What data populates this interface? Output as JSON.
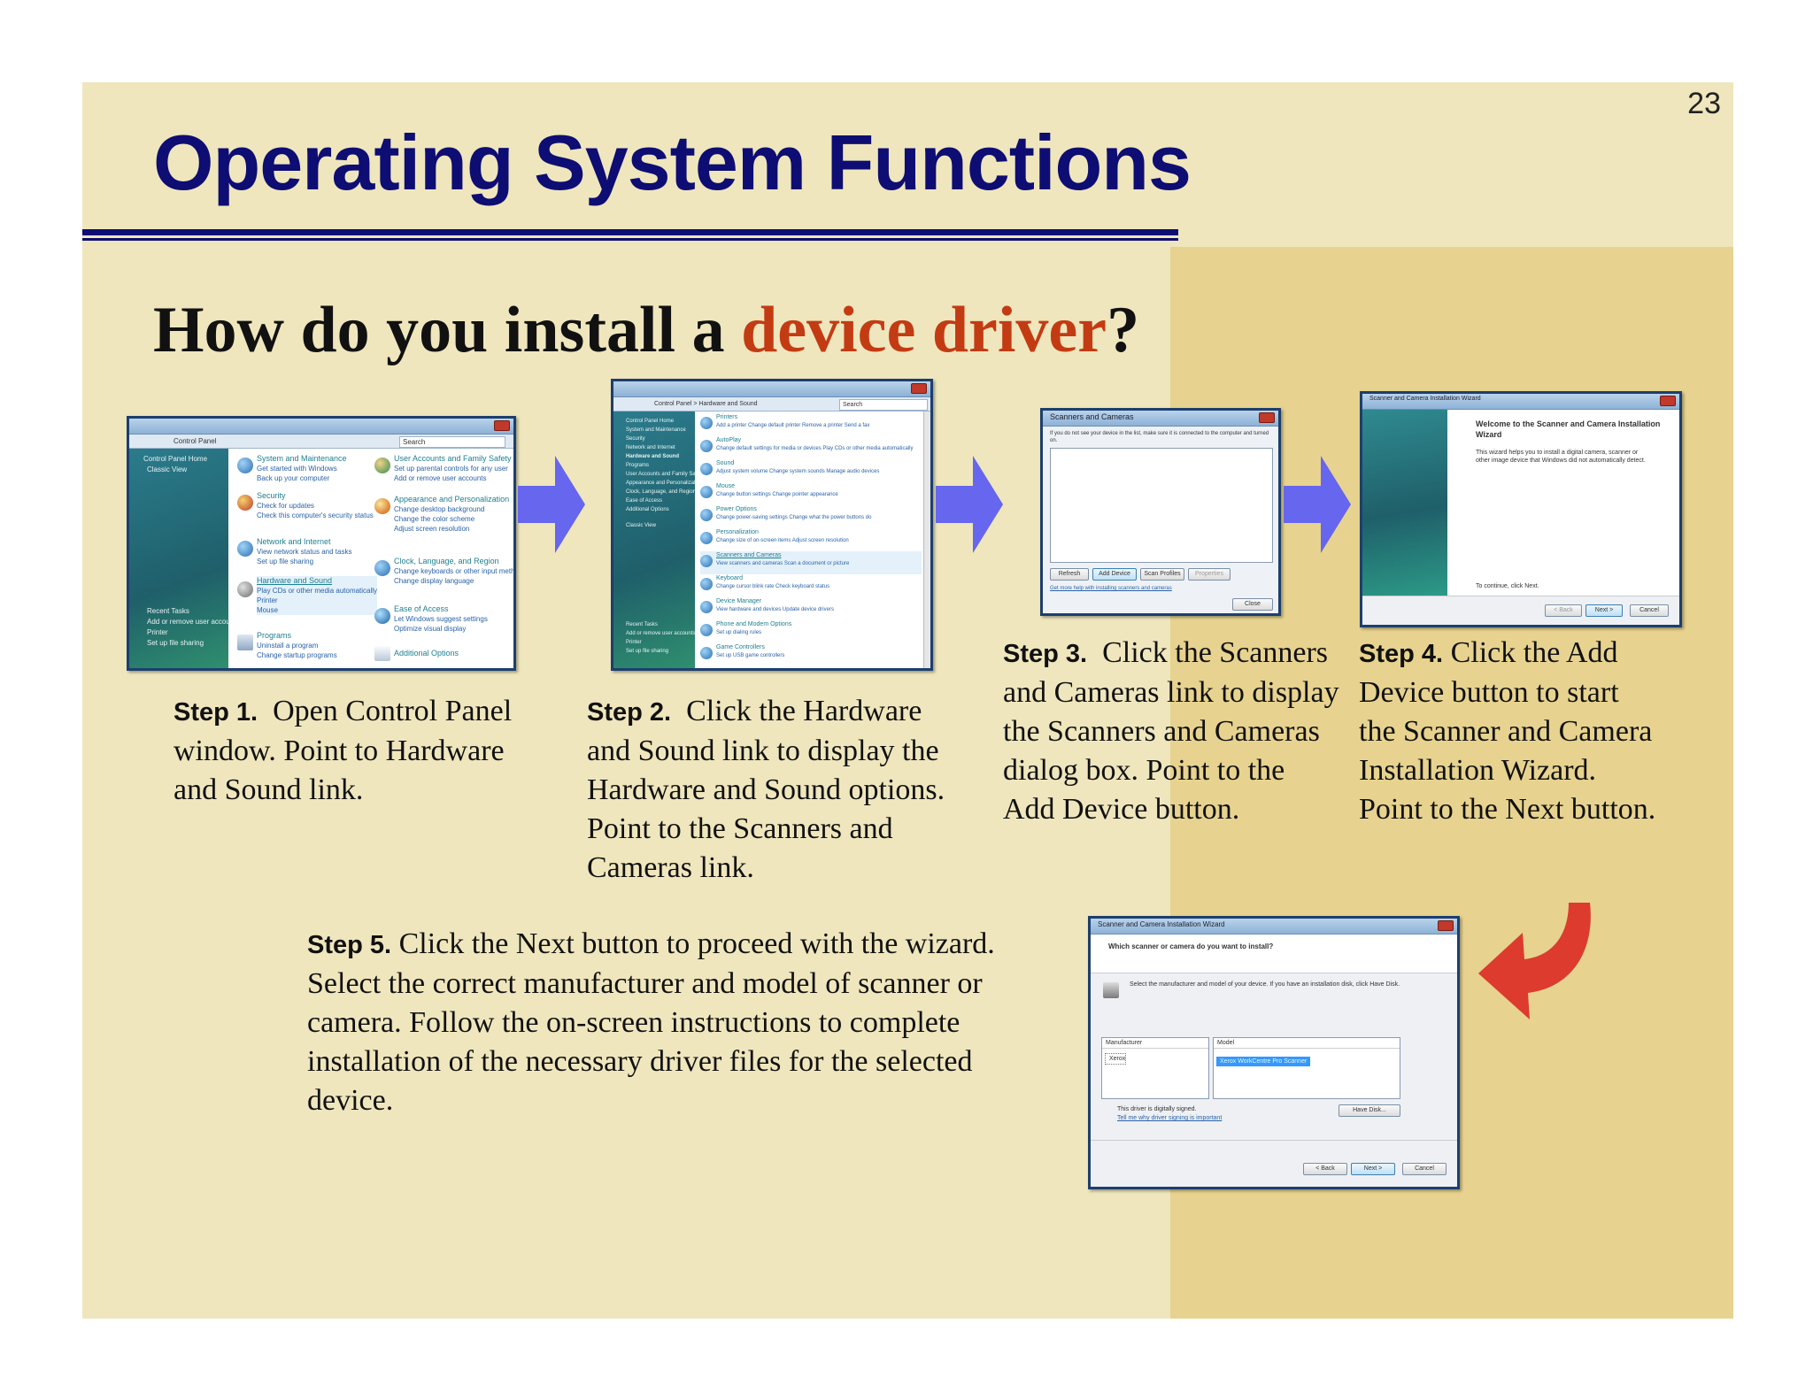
{
  "slide": {
    "page_number": "23",
    "title": "Operating System Functions",
    "subtitle_pre": "How do you install a ",
    "subtitle_accent": "device driver",
    "subtitle_post": "?",
    "accent_color": "#c33b13",
    "title_color": "#0d0d73"
  },
  "steps": [
    {
      "label": "Step 1.",
      "text": "Open Control Panel window.  Point to Hardware and Sound link."
    },
    {
      "label": "Step 2.",
      "text": "Click the Hardware and Sound link to display the Hardware and Sound options. Point to the Scanners and Cameras link."
    },
    {
      "label": "Step 3.",
      "text": "Click the Scanners and Cameras link to display the Scanners and Cameras dialog box. Point to the Add Device button."
    },
    {
      "label": "Step 4.",
      "text": "Click the Add Device button to start the Scanner and Camera Installation Wizard. Point to the Next button."
    },
    {
      "label": "Step 5.",
      "text": "Click the Next button to proceed with the wizard. Select the correct manufacturer and model of scanner or camera. Follow the on-screen instructions to complete installation of the necessary driver files for the selected device."
    }
  ],
  "screenshot1": {
    "address": "Control Panel",
    "search": "Search",
    "nav": [
      "Control Panel Home",
      "Classic View"
    ],
    "recent_tasks": [
      "Recent Tasks",
      "Add or remove user accounts",
      "Printer",
      "Set up file sharing"
    ],
    "categories": [
      {
        "title": "System and Maintenance",
        "links": [
          "Get started with Windows",
          "Back up your computer"
        ]
      },
      {
        "title": "Security",
        "links": [
          "Check for updates",
          "Check this computer's security status"
        ]
      },
      {
        "title": "Network and Internet",
        "links": [
          "View network status and tasks",
          "Set up file sharing"
        ]
      },
      {
        "title": "Hardware and Sound",
        "links": [
          "Play CDs or other media automatically",
          "Printer",
          "Mouse"
        ]
      },
      {
        "title": "Programs",
        "links": [
          "Uninstall a program",
          "Change startup programs"
        ]
      },
      {
        "title": "User Accounts and Family Safety",
        "links": [
          "Set up parental controls for any user",
          "Add or remove user accounts"
        ]
      },
      {
        "title": "Appearance and Personalization",
        "links": [
          "Change desktop background",
          "Change the color scheme",
          "Adjust screen resolution"
        ]
      },
      {
        "title": "Clock, Language, and Region",
        "links": [
          "Change keyboards or other input methods",
          "Change display language"
        ]
      },
      {
        "title": "Ease of Access",
        "links": [
          "Let Windows suggest settings",
          "Optimize visual display"
        ]
      },
      {
        "title": "Additional Options",
        "links": []
      }
    ]
  },
  "screenshot2": {
    "address": "Control Panel > Hardware and Sound",
    "search": "Search",
    "nav": [
      "Control Panel Home",
      "System and Maintenance",
      "Security",
      "Network and Internet",
      "Hardware and Sound",
      "Programs",
      "User Accounts and Family Safety",
      "Appearance and Personalization",
      "Clock, Language, and Region",
      "Ease of Access",
      "Additional Options",
      "Classic View"
    ],
    "recent_tasks": [
      "Recent Tasks",
      "Add or remove user accounts",
      "Printer",
      "Set up file sharing"
    ],
    "sections": [
      {
        "title": "Printers",
        "links": "Add a printer   Change default printer   Remove a printer   Send a fax"
      },
      {
        "title": "AutoPlay",
        "links": "Change default settings for media or devices   Play CDs or other media automatically"
      },
      {
        "title": "Sound",
        "links": "Adjust system volume   Change system sounds   Manage audio devices"
      },
      {
        "title": "Mouse",
        "links": "Change button settings   Change pointer appearance"
      },
      {
        "title": "Power Options",
        "links": "Change power-saving settings   Change what the power buttons do"
      },
      {
        "title": "Personalization",
        "links": "Change size of on-screen items   Adjust screen resolution"
      },
      {
        "title": "Scanners and Cameras",
        "links": "View scanners and cameras   Scan a document or picture"
      },
      {
        "title": "Keyboard",
        "links": "Change cursor blink rate   Check keyboard status"
      },
      {
        "title": "Device Manager",
        "links": "View hardware and devices   Update device drivers"
      },
      {
        "title": "Phone and Modem Options",
        "links": "Set up dialing rules"
      },
      {
        "title": "Game Controllers",
        "links": "Set up USB game controllers"
      }
    ]
  },
  "screenshot3": {
    "title": "Scanners and Cameras",
    "instruction": "If you do not see your device in the list, make sure it is connected to the computer and turned on.",
    "buttons": [
      "Refresh",
      "Add Device",
      "Scan Profiles",
      "Properties"
    ],
    "link": "Get more help with installing scanners and cameras",
    "close": "Close"
  },
  "screenshot4": {
    "title": "Scanner and Camera Installation Wizard",
    "heading": "Welcome to the Scanner and Camera Installation Wizard",
    "body": "This wizard helps you to install a digital camera, scanner or other image device that Windows did not automatically detect.",
    "continue": "To continue, click Next.",
    "buttons": [
      "< Back",
      "Next >",
      "Cancel"
    ]
  },
  "screenshot5": {
    "title": "Scanner and Camera Installation Wizard",
    "question": "Which scanner or camera do you want to install?",
    "instruction": "Select the manufacturer and model of your device. If you have an installation disk, click Have Disk.",
    "manufacturer_header": "Manufacturer",
    "manufacturer_value": "Xerox",
    "model_header": "Model",
    "model_value": "Xerox WorkCentre Pro Scanner",
    "signed": "This driver is digitally signed.",
    "signed_link": "Tell me why driver signing is important",
    "have_disk": "Have Disk...",
    "buttons": [
      "< Back",
      "Next >",
      "Cancel"
    ]
  },
  "colors": {
    "slide_bg": "#efe6bd",
    "slide_right_bg": "#e7d38f",
    "flow_arrow": "#6666ee",
    "curved_arrow": "#dc3b2e"
  }
}
